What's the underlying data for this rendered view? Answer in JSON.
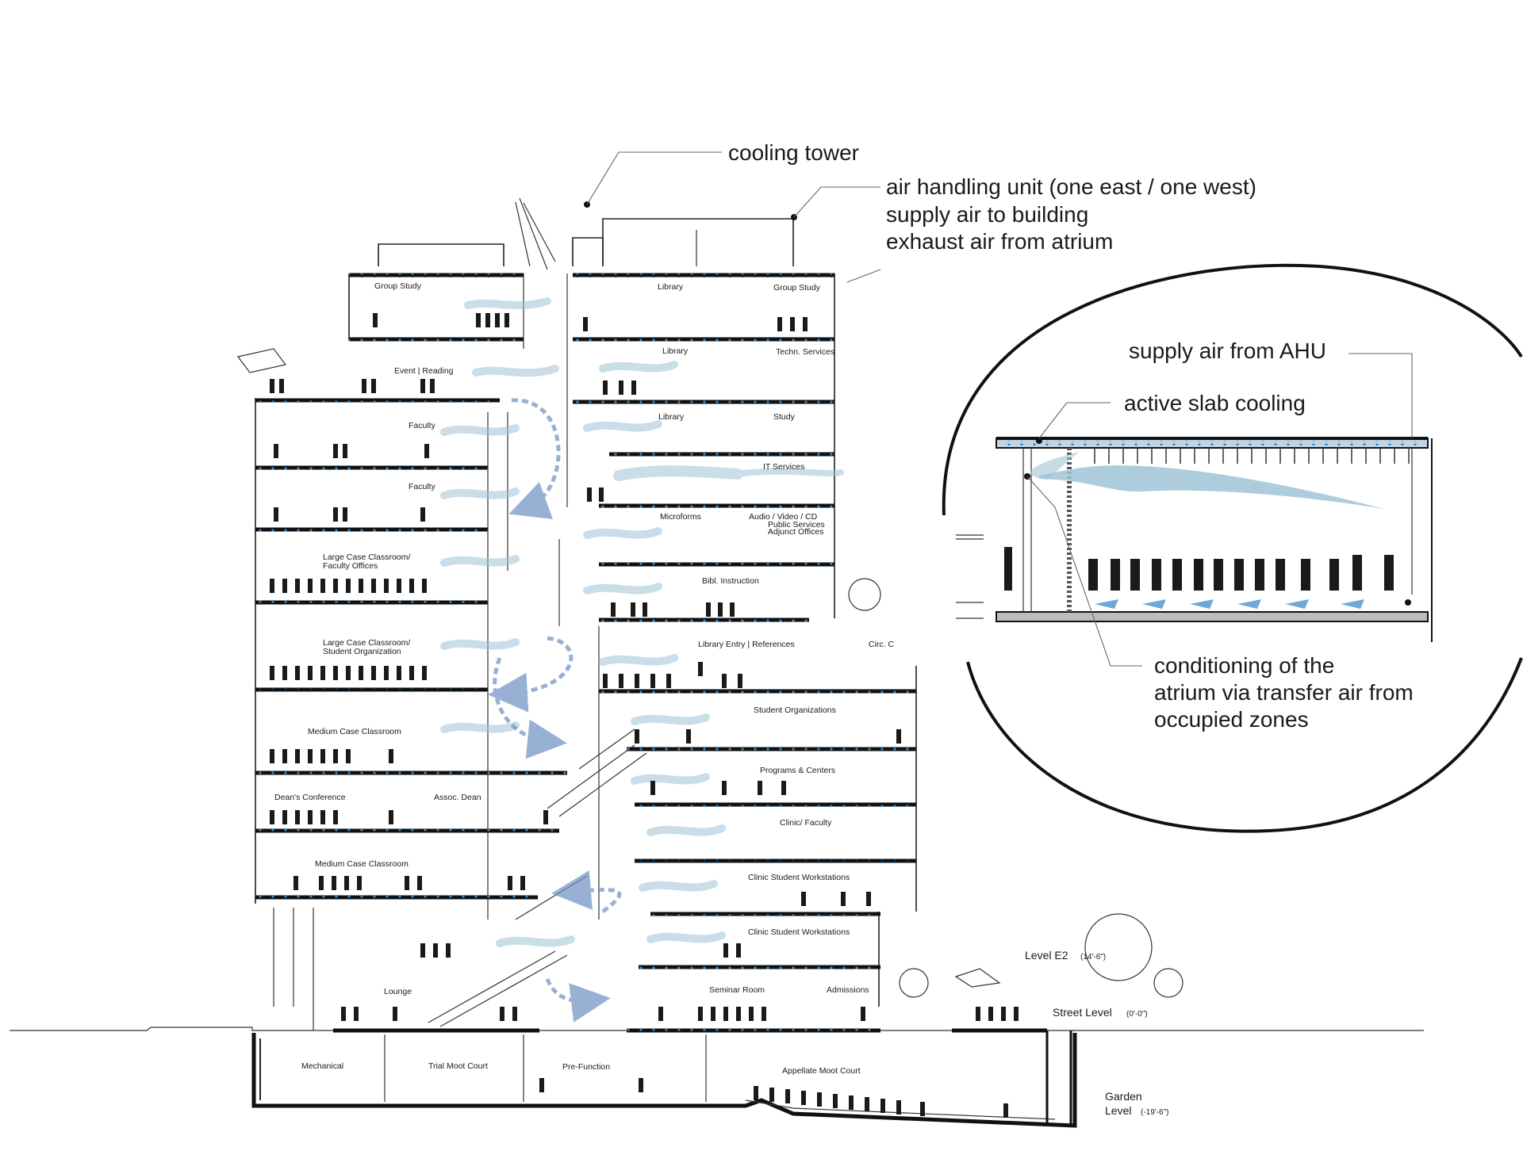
{
  "callouts": {
    "cooling_tower": "cooling tower",
    "ahu_line1": "air handling unit (one east / one west)",
    "ahu_line2": "supply air to building",
    "ahu_line3": "exhaust air from atrium"
  },
  "inset": {
    "supply_air": "supply air from AHU",
    "active_slab": "active slab cooling",
    "conditioning_line1": "conditioning of the",
    "conditioning_line2": "atrium via transfer air from",
    "conditioning_line3": "occupied zones"
  },
  "levels": {
    "e2_label": "Level E2",
    "e2_elev": "(14'-6\")",
    "street_label": "Street Level",
    "street_elev": "(0'-0\")",
    "garden_label1": "Garden",
    "garden_label2": "Level",
    "garden_elev": "(-19'-6\")"
  },
  "rooms": {
    "group_study_w": "Group Study",
    "library_top": "Library",
    "group_study_e": "Group Study",
    "event_reading": "Event | Reading",
    "library_2": "Library",
    "techn_services": "Techn. Services",
    "faculty_1": "Faculty",
    "library_3": "Library",
    "study": "Study",
    "faculty_2": "Faculty",
    "it_services": "IT Services",
    "microforms": "Microforms",
    "av_cd": "Audio / Video / CD",
    "public_services": "Public Services",
    "adjunct_offices": "Adjunct Offices",
    "large_case_fac_1": "Large Case Classroom/",
    "large_case_fac_2": "Faculty Offices",
    "bibl_instruction": "Bibl. Instruction",
    "large_case_stu_1": "Large Case Classroom/",
    "large_case_stu_2": "Student Organization",
    "library_entry": "Library Entry | References",
    "circ": "Circ. C",
    "medium_case_1": "Medium Case Classroom",
    "student_orgs": "Student Organizations",
    "deans_conference": "Dean's Conference",
    "assoc_dean": "Assoc. Dean",
    "programs_centers": "Programs & Centers",
    "clinic_faculty": "Clinic/ Faculty",
    "medium_case_2": "Medium Case Classroom",
    "clinic_student_1": "Clinic Student Workstations",
    "clinic_student_2": "Clinic Student Workstations",
    "lounge": "Lounge",
    "seminar_room": "Seminar Room",
    "admissions": "Admissions",
    "mechanical": "Mechanical",
    "trial_moot": "Trial Moot Court",
    "pre_function": "Pre-Function",
    "appellate_moot": "Appellate Moot Court"
  },
  "colors": {
    "air_flow": "#9fc3d6",
    "transfer_arrow": "#6f8fc4",
    "slab_dots": "#2a8ad6",
    "lines": "#222222"
  }
}
